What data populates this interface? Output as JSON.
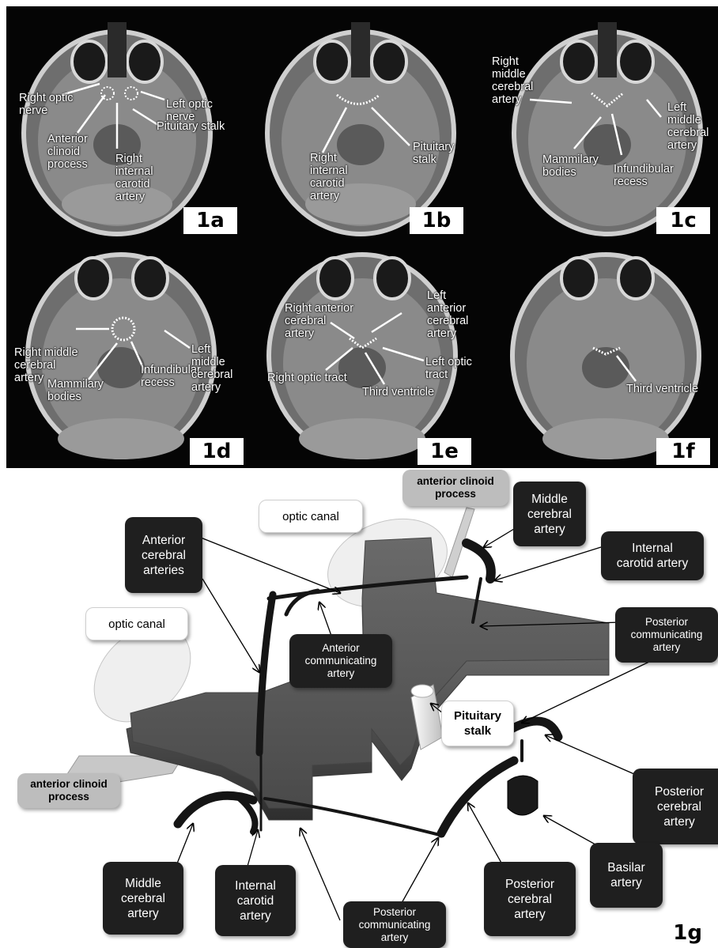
{
  "panels": [
    {
      "id": "1a",
      "labels": [
        "Right optic\nnerve",
        "Anterior\nclinoid\nprocess",
        "Right\ninternal\ncarotid\nartery",
        "Left optic nerve",
        "Pituitary stalk"
      ]
    },
    {
      "id": "1b",
      "labels": [
        "Right\ninternal\ncarotid\nartery",
        "Pituitary stalk"
      ]
    },
    {
      "id": "1c",
      "labels": [
        "Right\nmiddle\ncerebral\nartery",
        "Mammilary\nbodies",
        "Infundibular\nrecess",
        "Left\nmiddle\ncerebral\nartery"
      ]
    },
    {
      "id": "1d",
      "labels": [
        "Right middle\ncerebral\nartery",
        "Mammilary\nbodies",
        "Infundibular\nrecess",
        "Left middle\ncerebral\nartery"
      ]
    },
    {
      "id": "1e",
      "labels": [
        "Right anterior\ncerebral\nartery",
        "Left anterior\ncerebral\nartery",
        "Right optic tract",
        "Third ventricle",
        "Left optic\ntract"
      ]
    },
    {
      "id": "1f",
      "labels": [
        "Third ventricle"
      ]
    }
  ],
  "diagram": {
    "figure_id": "1g",
    "labels": {
      "anterior_clinoid_top": "anterior clinoid\nprocess",
      "optic_canal_top": "optic canal",
      "middle_cerebral_top": "Middle\ncerebral\nartery",
      "internal_carotid_top": "Internal\ncarotid artery",
      "anterior_cerebral": "Anterior\ncerebral\narteries",
      "posterior_communicating_right": "Posterior\ncommunicating\nartery",
      "optic_canal_left": "optic canal",
      "anterior_communicating": "Anterior\ncommunicating\nartery",
      "pituitary_stalk": "Pituitary\nstalk",
      "anterior_clinoid_left": "anterior clinoid\nprocess",
      "posterior_cerebral_right": "Posterior\ncerebral\nartery",
      "middle_cerebral_bottom": "Middle\ncerebral\nartery",
      "internal_carotid_bottom": "Internal\ncarotid\nartery",
      "basilar": "Basilar\nartery",
      "posterior_cerebral_bottom": "Posterior\ncerebral\nartery",
      "posterior_communicating_bottom": "Posterior\ncommunicating\nartery"
    }
  }
}
